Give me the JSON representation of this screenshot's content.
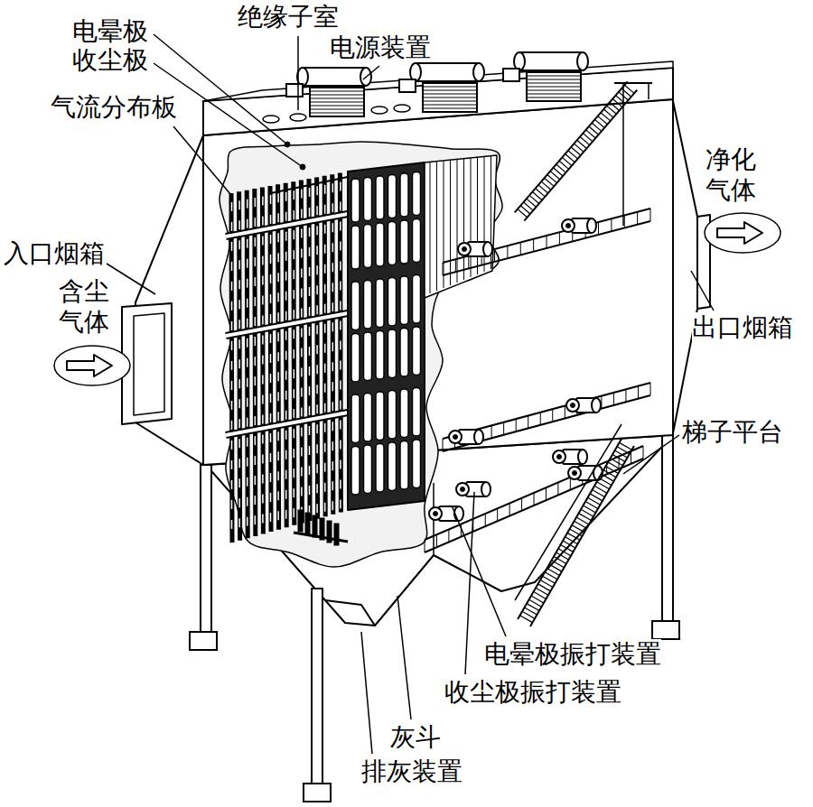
{
  "diagram": {
    "labels": [
      "绝缘子室",
      "电晕极",
      "电源装置",
      "收尘极",
      "气流分布板",
      "入口烟箱",
      "含尘 气体",
      "净化 气体",
      "出口烟箱",
      "梯子平台",
      "电晕极振打装置",
      "收尘极振打装置",
      "灰斗",
      "排灰装置"
    ]
  }
}
